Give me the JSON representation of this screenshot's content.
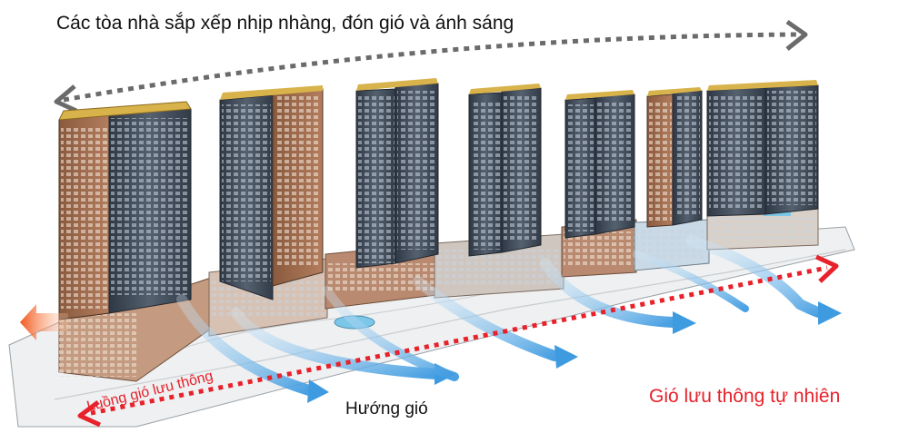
{
  "title": "Các tòa nhà sắp xếp nhịp nhàng, đón gió và ánh sáng",
  "labels": {
    "wind_direction": "Hướng gió",
    "natural_ventilation": "Gió lưu thông tự nhiên",
    "air_flow": "Luồng gió lưu thông"
  },
  "colors": {
    "title_text": "#111111",
    "red_label": "#e8212b",
    "red_arrow": "#e8212b",
    "grey_arrow": "#6b6b6b",
    "wind_blue": "#5aa9e6",
    "orange_arrow": "#f26a21",
    "tower_glass": "#3a4453",
    "tower_brick": "#9a6a4d",
    "podium": "#b98a70"
  },
  "icons": {
    "sun_light_arc": "dashed-double-arrow",
    "wind": "blue-flow-arrow",
    "ventilation": "red-dotted-arrow"
  }
}
